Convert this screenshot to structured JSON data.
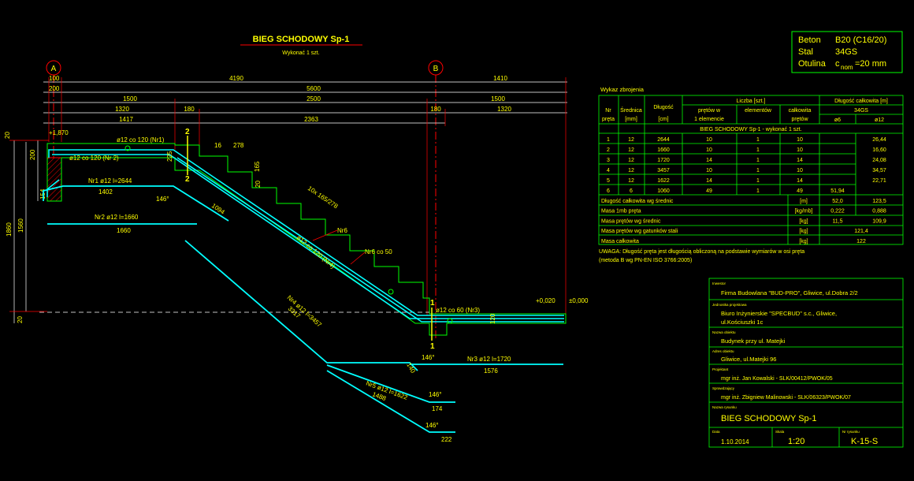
{
  "colors": {
    "background": "#000000",
    "green": "#00ff00",
    "yellow": "#ffff00",
    "cyan": "#00ffff",
    "red": "#ff0000",
    "white": "#ffffff"
  },
  "drawing": {
    "title": "BIEG SCHODOWY Sp-1",
    "subtitle": "Wykonać 1 szt.",
    "axis_a": "A",
    "axis_b": "B",
    "dims_row1": [
      "100",
      "4190",
      "1410"
    ],
    "dims_row2": [
      "200",
      "5600"
    ],
    "dims_row3": [
      "1500",
      "2500",
      "1500"
    ],
    "dims_row4": [
      "1320",
      "180",
      "180",
      "1320"
    ],
    "dims_row5": [
      "1417",
      "2363"
    ],
    "left_dims": [
      "20",
      "200",
      "154",
      "1860",
      "1560",
      "20"
    ],
    "level_top": "+1,870",
    "level_bottom": "+0,020",
    "level_zero": "±0,000",
    "cut_2": "2",
    "cut_1": "1",
    "step_16": "16",
    "step_278": "278",
    "step_165": "165",
    "step_20": "20",
    "steps_note": "10x 165/278",
    "label_nr6_marker": "Nr6",
    "label_nr6_spacing": "Nr6 co 50",
    "bar_top": "ø12 co 120 (Nr1)",
    "bar_top2": "ø12 co 120 (Nr 2)",
    "bar_diag": "ø12 co 120 (Nr4)",
    "bar_bottom": "ø12 co 60 (Nr3)",
    "dim_225": "225",
    "dim_120": "120",
    "nr1_label": "Nr1   ø12  l=2644",
    "nr1_len": "1402",
    "nr1_angle": "146°",
    "nr1_side": "1094",
    "nr2_label": "Nr2   ø12  l=1660",
    "nr2_len": "1660",
    "nr4_label": "Nr4   ø12  l=3457",
    "nr4_len": "3317",
    "nr4_angle": "146°",
    "nr4_end": "140",
    "nr3_label": "Nr3   ø12  l=1720",
    "nr3_len": "1576",
    "nr5_label": "Nr5   ø12  l=1622",
    "nr5_len": "1488",
    "nr5_angle": "146°",
    "nr5_end": "174",
    "nr6_angle": "146°",
    "nr6_end": "222"
  },
  "material": {
    "r1_label": "Beton",
    "r1_value": "B20  (C16/20)",
    "r2_label": "Stal",
    "r2_value": "34GS",
    "r3_label": "Otulina",
    "r3_value_c": "c",
    "r3_value_sub": "nom",
    "r3_value_rest": " =20 mm"
  },
  "rebar_table": {
    "title": "Wykaz zbrojenia",
    "h_nr": "Nr",
    "h_preta": "pręta",
    "h_sr": "Średnica",
    "h_mm": "[mm]",
    "h_dl": "Długość",
    "h_cm": "[cm]",
    "h_liczba": "Liczba [szt.]",
    "h_pretow_w": "prętów w",
    "h_1el": "1 elemencie",
    "h_el": "elementów",
    "h_calk": "całkowita",
    "h_pretow": "prętów",
    "h_dl_calk": "Długość całkowita [m]",
    "h_steel": "34GS",
    "h_phi6": "ø6",
    "h_phi12": "ø12",
    "section_row": "BIEG SCHODOWY Sp-1 - wykonać 1 szt.",
    "rows": [
      [
        "1",
        "12",
        "2644",
        "10",
        "1",
        "10",
        "",
        "26,44"
      ],
      [
        "2",
        "12",
        "1660",
        "10",
        "1",
        "10",
        "",
        "16,60"
      ],
      [
        "3",
        "12",
        "1720",
        "14",
        "1",
        "14",
        "",
        "24,08"
      ],
      [
        "4",
        "12",
        "3457",
        "10",
        "1",
        "10",
        "",
        "34,57"
      ],
      [
        "5",
        "12",
        "1622",
        "14",
        "1",
        "14",
        "",
        "22,71"
      ],
      [
        "6",
        "6",
        "1060",
        "49",
        "1",
        "49",
        "51,94",
        ""
      ]
    ],
    "sum_rows": [
      [
        "Długość całkowita wg średnic",
        "[m]",
        "52,0",
        "123,5"
      ],
      [
        "Masa 1mb pręta",
        "[kg/mb]",
        "0,222",
        "0,888"
      ],
      [
        "Masa prętów wg średnic",
        "[kg]",
        "11,5",
        "109,9"
      ],
      [
        "Masa prętów wg gatunków stali",
        "[kg]",
        "121,4",
        ""
      ],
      [
        "Masa całkowita",
        "[kg]",
        "122",
        ""
      ]
    ],
    "note1": "UWAGA: Długość pręta jest długością obliczoną na podstawie wymiarów w osi pręta",
    "note2": "(metoda B wg PN-EN ISO 3766:2005)"
  },
  "title_block": {
    "investor_label": "Inwestor",
    "investor": "Firma Budowlana \"BUD-PRO\", Gliwice, ul.Dobra 2/2",
    "design_unit_label": "Jednostka projektowa",
    "design_unit_1": "Biuro Inżynierskie \"SPECBUD\" s.c., Gliwice,",
    "design_unit_2": "ul.Kościuszki 1c",
    "object_name_label": "Nazwa obiektu",
    "object_name": "Budynek przy ul. Matejki",
    "object_addr_label": "Adres obiektu",
    "object_addr": "Gliwice, ul.Matejki 96",
    "designer_label": "Projektant",
    "designer": "mgr inż. Jan Kowalski - SLK/00412/PWOK/05",
    "checker_label": "Sprawdzający",
    "checker": "mgr inż. Zbigniew Malinowski - SLK/06323/PWOK/07",
    "drawing_name_label": "Nazwa rysunku",
    "drawing_name": "BIEG SCHODOWY Sp-1",
    "date_label": "Data",
    "date": "1.10.2014",
    "scale_label": "Skala",
    "scale": "1:20",
    "number_label": "Nr rysunku",
    "number": "K-15-S"
  }
}
